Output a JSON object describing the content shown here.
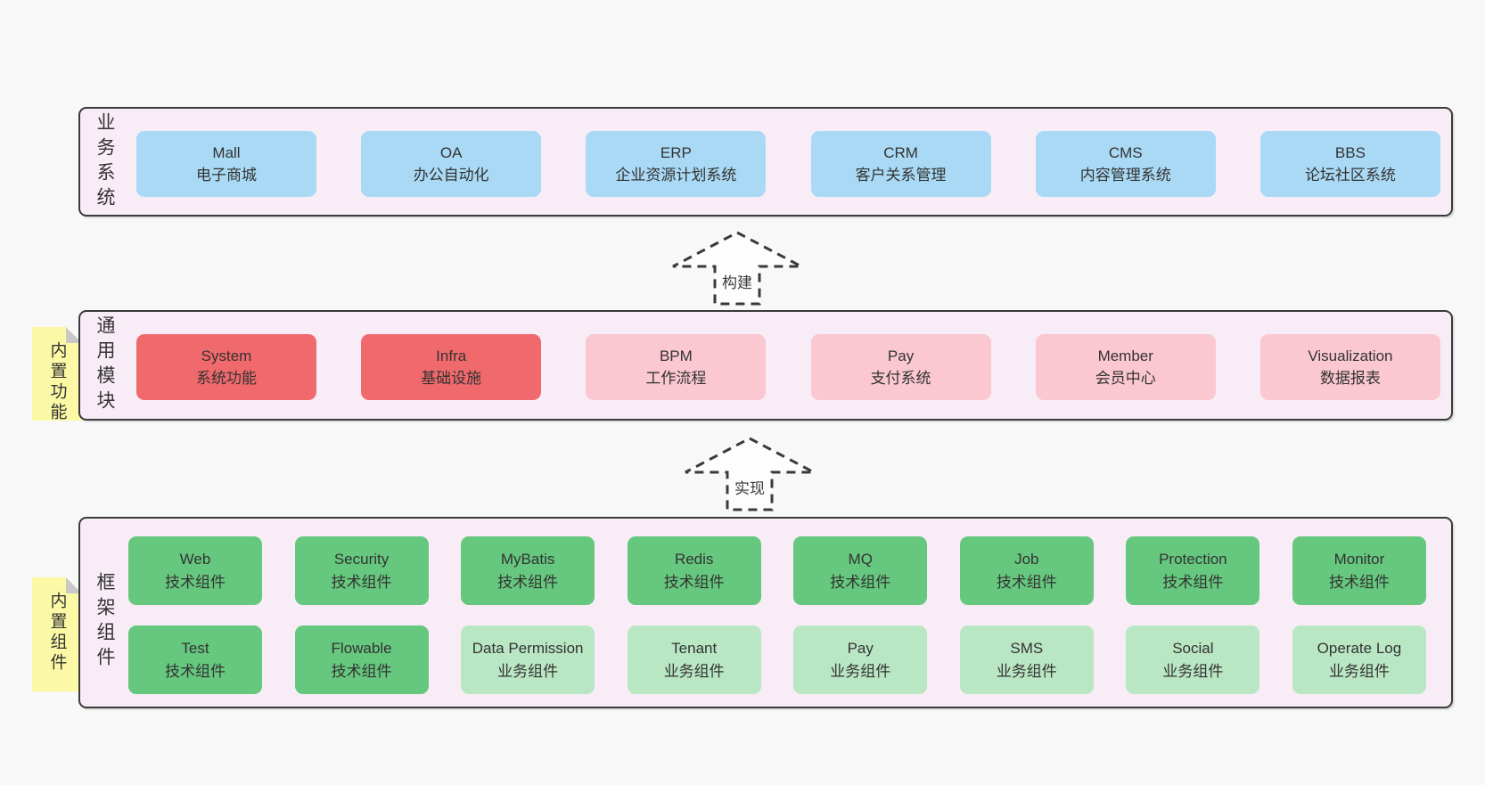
{
  "layers": {
    "business": {
      "label": "业务系统",
      "boxes": [
        {
          "en": "Mall",
          "zh": "电子商城"
        },
        {
          "en": "OA",
          "zh": "办公自动化"
        },
        {
          "en": "ERP",
          "zh": "企业资源计划系统"
        },
        {
          "en": "CRM",
          "zh": "客户关系管理"
        },
        {
          "en": "CMS",
          "zh": "内容管理系统"
        },
        {
          "en": "BBS",
          "zh": "论坛社区系统"
        }
      ]
    },
    "modules": {
      "label": "通用模块",
      "note": "内置功能",
      "boxes": [
        {
          "en": "System",
          "zh": "系统功能",
          "core": true
        },
        {
          "en": "Infra",
          "zh": "基础设施",
          "core": true
        },
        {
          "en": "BPM",
          "zh": "工作流程",
          "core": false
        },
        {
          "en": "Pay",
          "zh": "支付系统",
          "core": false
        },
        {
          "en": "Member",
          "zh": "会员中心",
          "core": false
        },
        {
          "en": "Visualization",
          "zh": "数据报表",
          "core": false
        }
      ]
    },
    "components": {
      "label": "框架组件",
      "note": "内置组件",
      "row1": [
        {
          "en": "Web",
          "zh": "技术组件"
        },
        {
          "en": "Security",
          "zh": "技术组件"
        },
        {
          "en": "MyBatis",
          "zh": "技术组件"
        },
        {
          "en": "Redis",
          "zh": "技术组件"
        },
        {
          "en": "MQ",
          "zh": "技术组件"
        },
        {
          "en": "Job",
          "zh": "技术组件"
        },
        {
          "en": "Protection",
          "zh": "技术组件"
        },
        {
          "en": "Monitor",
          "zh": "技术组件"
        }
      ],
      "row2": [
        {
          "en": "Test",
          "zh": "技术组件"
        },
        {
          "en": "Flowable",
          "zh": "技术组件"
        },
        {
          "en": "Data Permission",
          "zh": "业务组件"
        },
        {
          "en": "Tenant",
          "zh": "业务组件"
        },
        {
          "en": "Pay",
          "zh": "业务组件"
        },
        {
          "en": "SMS",
          "zh": "业务组件"
        },
        {
          "en": "Social",
          "zh": "业务组件"
        },
        {
          "en": "Operate Log",
          "zh": "业务组件"
        }
      ]
    }
  },
  "arrows": {
    "build": "构建",
    "implement": "实现"
  },
  "colors": {
    "canvas_bg": "#f8f8f8",
    "layer_bg": "#f8edf7",
    "layer_border": "#3a3a3a",
    "business_box": "#a9d9f4",
    "module_core_box": "#f0696c",
    "module_box": "#fbc7d1",
    "tech_component_box": "#66c77e",
    "biz_component_box": "#b9e6c3",
    "note_bg": "#fbf9a5",
    "note_fold": "#c8c8c8",
    "text": "#333333"
  }
}
